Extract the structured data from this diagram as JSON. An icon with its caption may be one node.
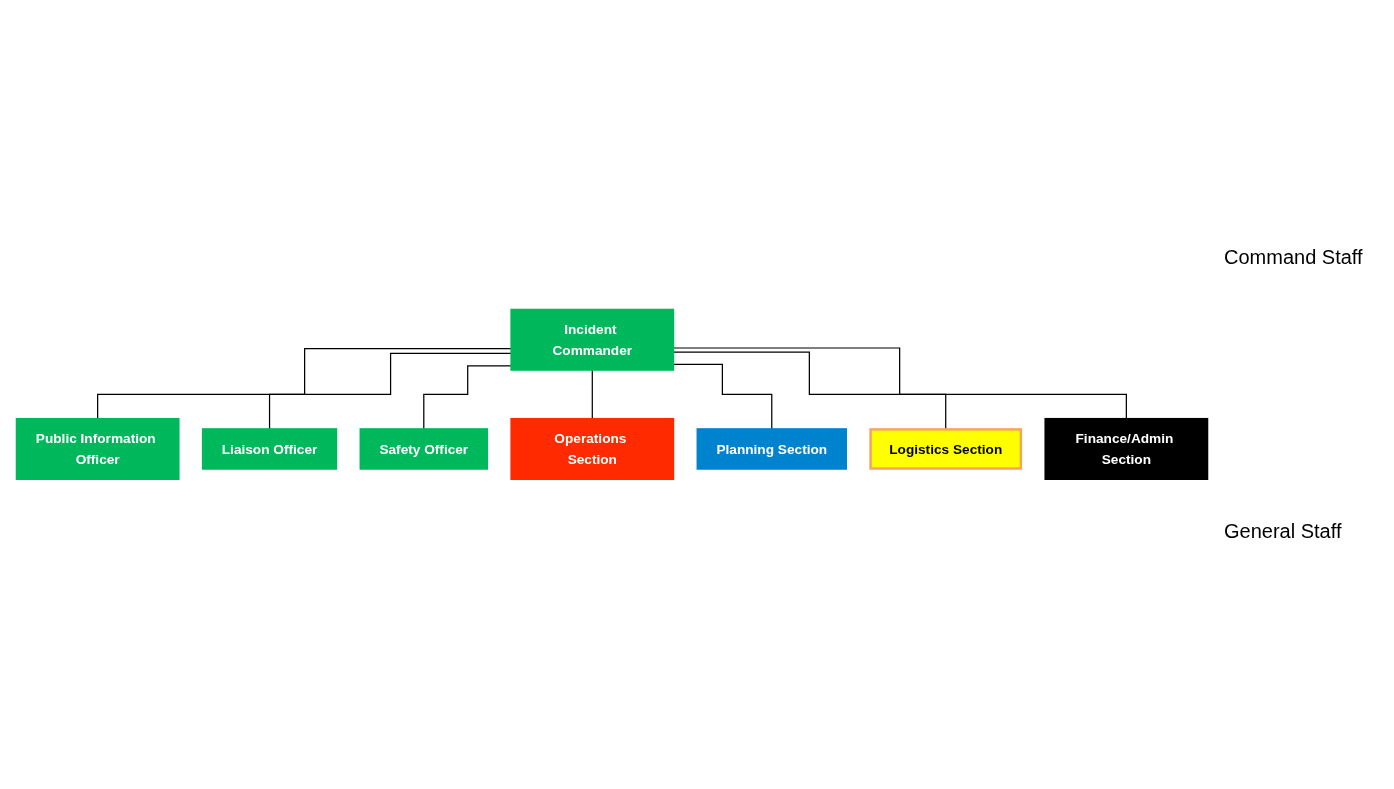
{
  "diagram": {
    "nodes": [
      {
        "text": [
          "Incident Commander"
        ]
      },
      {
        "text": [
          "Public Information Officer"
        ]
      },
      {
        "text": [
          "Liaison Officer"
        ]
      },
      {
        "text": [
          "Safety Officer"
        ]
      },
      {
        "text": [
          "Operations Section"
        ]
      },
      {
        "text": [
          "Planning Section"
        ]
      },
      {
        "text": [
          "Logistics Section"
        ]
      },
      {
        "text": [
          "Finance/Admin Section"
        ]
      }
    ],
    "edges": [
      {
        "from": 0,
        "to": 1,
        "arrow": "none"
      },
      {
        "from": 0,
        "to": 2,
        "arrow": "none"
      },
      {
        "from": 0,
        "to": 3,
        "arrow": "none"
      },
      {
        "from": 0,
        "to": 4,
        "arrow": "none"
      },
      {
        "from": 0,
        "to": 5,
        "arrow": "none"
      },
      {
        "from": 0,
        "to": 6,
        "arrow": "none"
      },
      {
        "from": 0,
        "to": 7,
        "arrow": "none"
      }
    ],
    "labels": [
      "Command Staff",
      "General Staff"
    ]
  }
}
